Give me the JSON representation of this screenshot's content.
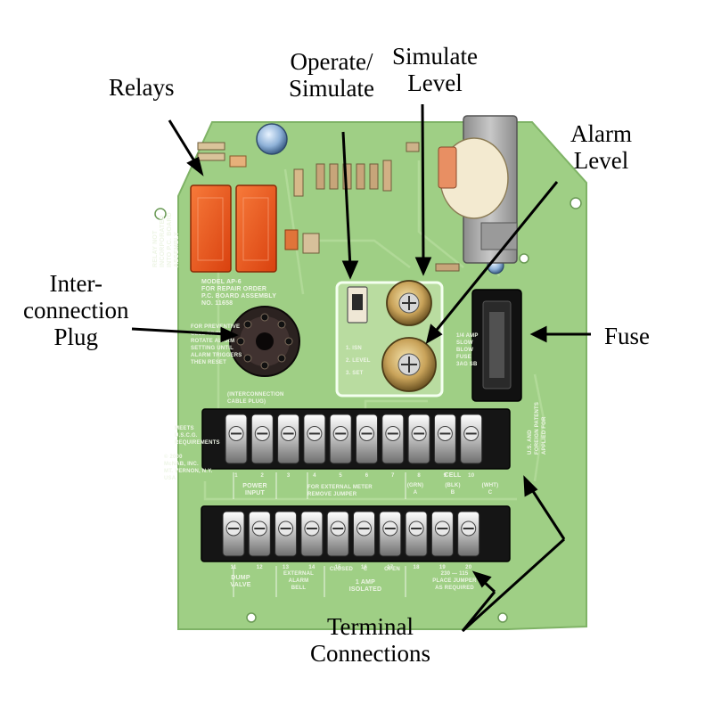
{
  "callouts": {
    "relays": "Relays",
    "operate_line1": "Operate/",
    "operate_line2": "Simulate",
    "simlevel_line1": "Simulate",
    "simlevel_line2": "Level",
    "alarm_line1": "Alarm",
    "alarm_line2": "Level",
    "inter_line1": "Inter-",
    "inter_line2": "connection",
    "inter_line3": "Plug",
    "fuse": "Fuse",
    "terminal_line1": "Terminal",
    "terminal_line2": "Connections"
  },
  "board_text": {
    "relay_note": [
      "RELAY NOT",
      "INCORPORATED",
      "INTO P.C. BOARD",
      "ASSEMBLY"
    ],
    "model": [
      "MODEL AP-6",
      "FOR REPAIR ORDER",
      "P.C. BOARD ASSEMBLY",
      "NO. 11658"
    ],
    "preventive": [
      "FOR PREVENTIVE",
      "CELL PROBES:",
      "ROTATE ALARM",
      "SETTING UNTIL",
      "ALARM TRIGGERS",
      "THEN RESET"
    ],
    "cable_plug": [
      "(INTERCONNECTION",
      "CABLE PLUG)"
    ],
    "meets": [
      "MEETS",
      "U.S.C.G.",
      "REQUIREMENTS"
    ],
    "maker": [
      "© 2000",
      "McNAB, INC.",
      "MT. VERNON, N.Y.",
      "USA"
    ],
    "fuse_label": [
      "1/4 AMP",
      "SLOW",
      "BLOW",
      "FUSE",
      "3AG SB"
    ],
    "patents": [
      "U.S. AND",
      "FOREIGN PATENTS",
      "APPLIED FOR"
    ],
    "switch_steps": [
      "1. ISN",
      "2. LEVEL",
      "3. SET"
    ],
    "power_input": [
      "POWER",
      "INPUT"
    ],
    "meter_note": [
      "FOR EXTERNAL METER",
      "REMOVE JUMPER"
    ],
    "cell": "CELL",
    "cell_wires": [
      "(GRN)",
      "(BLK)",
      "(WHT)"
    ],
    "cell_letters": [
      "A",
      "B",
      "C"
    ],
    "pump_valve": [
      "DUMP",
      "VALVE"
    ],
    "alarm_bell": [
      "EXTERNAL",
      "ALARM",
      "BELL"
    ],
    "relay_contacts": [
      "CLOSED",
      "C",
      "OPEN"
    ],
    "relay_rating": [
      "1 AMP",
      "ISOLATED"
    ],
    "voltage_jumper": [
      "230 — 115",
      "PLACE JUMPER",
      "AS REQUIRED"
    ],
    "top_terminal_numbers": [
      "1",
      "2",
      "3",
      "4",
      "5",
      "6",
      "7",
      "8",
      "9",
      "10"
    ],
    "bottom_terminal_numbers": [
      "11",
      "12",
      "13",
      "14",
      "15",
      "16",
      "17",
      "18",
      "19",
      "20"
    ]
  },
  "colors": {
    "board": "#9fcf85",
    "board_edge": "#7fb366",
    "relay": "#e8541a",
    "terminal_block": "#151515",
    "screw": "#c9c9c9",
    "fuse_holder": "#111111"
  }
}
